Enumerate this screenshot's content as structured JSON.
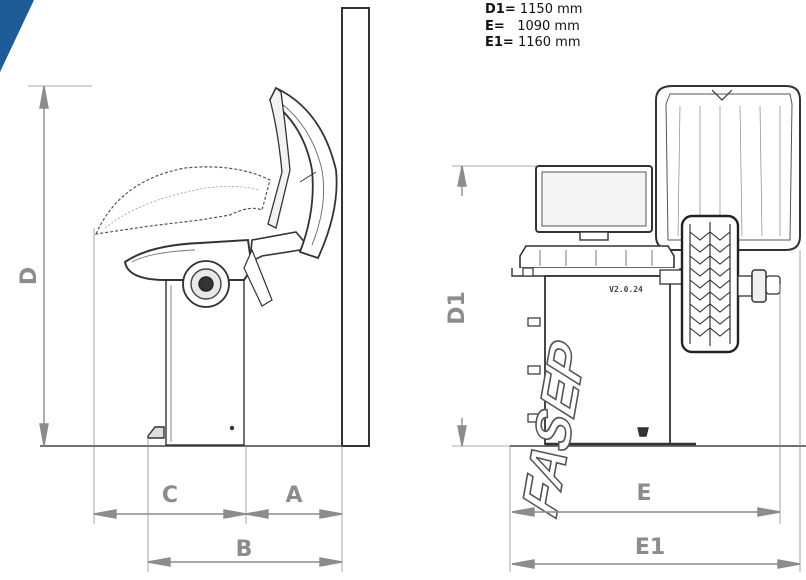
{
  "specs": [
    {
      "key": "D1=",
      "value": "1150 mm"
    },
    {
      "key": "E=",
      "value": "1090 mm"
    },
    {
      "key": "E1=",
      "value": "1160 mm"
    }
  ],
  "dimension_labels": {
    "D": "D",
    "C": "C",
    "A": "A",
    "B": "B",
    "D1": "D1",
    "E": "E",
    "E1": "E1"
  },
  "brand_text": "FASEP",
  "model_text": "V2.0.24",
  "colors": {
    "corner_accent": "#1d5c97",
    "dimension_gray": "#8c8c8c",
    "outline": "#333333"
  }
}
